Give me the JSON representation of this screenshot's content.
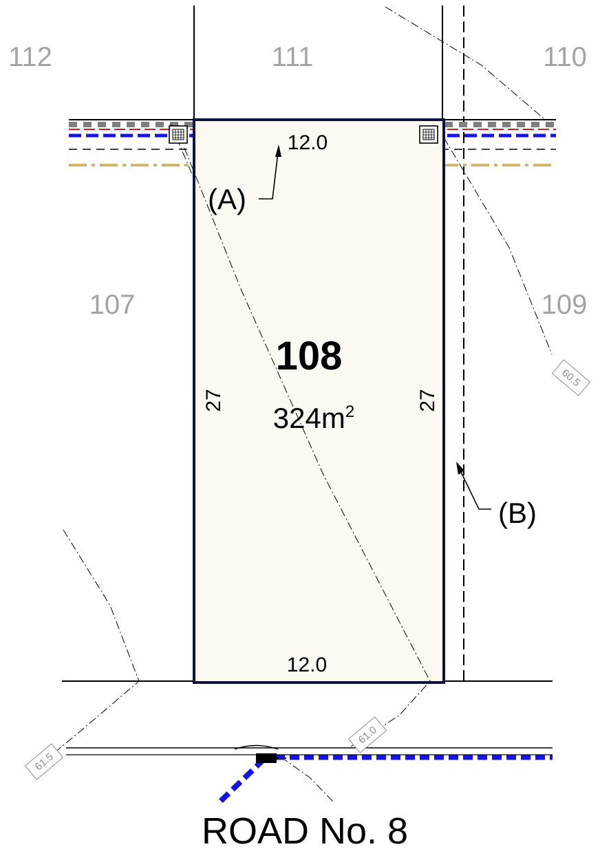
{
  "lot": {
    "number": "108",
    "area": "324",
    "area_unit": "m",
    "area_sup": "2"
  },
  "dimensions": {
    "top": "12.0",
    "bottom": "12.0",
    "left": "27",
    "right": "27"
  },
  "neighbours": {
    "n112": "112",
    "n111": "111",
    "n110": "110",
    "n107": "107",
    "n109": "109"
  },
  "callouts": {
    "a": "(A)",
    "b": "(B)"
  },
  "contours": {
    "c60_5": "60.5",
    "c61_0": "61.0",
    "c61_5": "61.5"
  },
  "road": {
    "name": "ROAD No. 8"
  },
  "colors": {
    "lot_fill": "#fcf9f2",
    "lot_border": "#0d1240",
    "water_main": "#1414e6",
    "gas_line": "#d1b56a",
    "sewer_red": "#cc2020",
    "neighbour_text": "#a3a3a3",
    "contour_text": "#8a8a8a"
  },
  "icons": {
    "service_pit": "service-pit-icon",
    "road_pit": "road-pit-icon"
  }
}
